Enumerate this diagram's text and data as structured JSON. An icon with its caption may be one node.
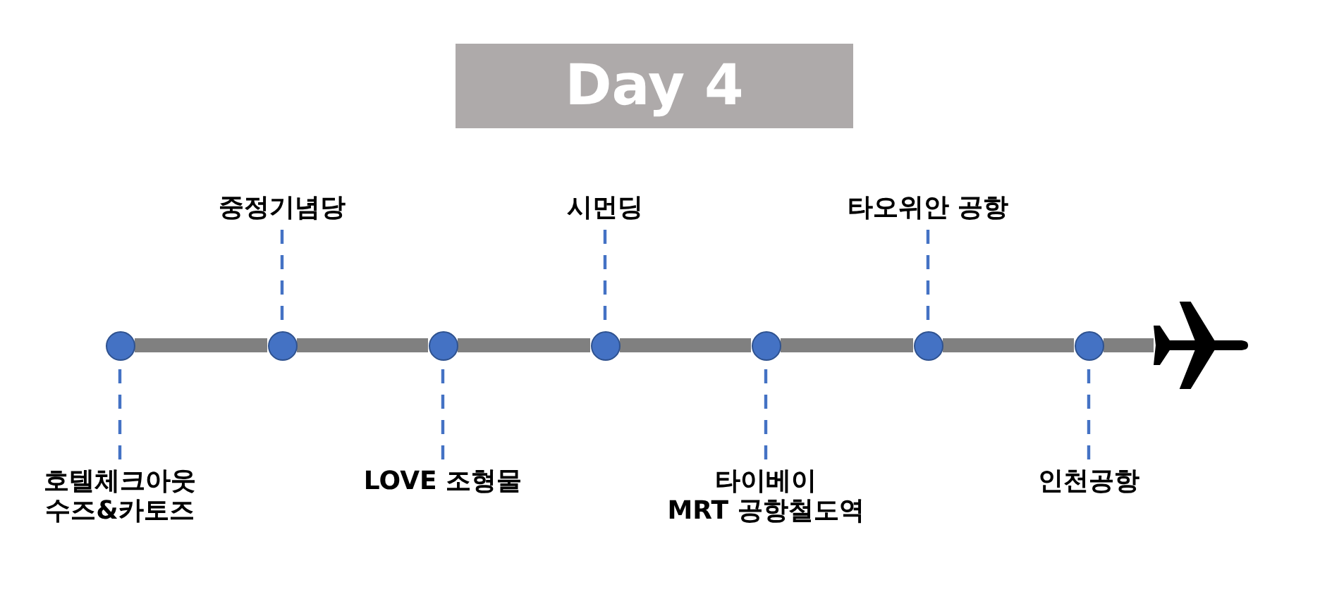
{
  "diagram": {
    "title": "Day 4",
    "nodes": [
      {
        "text": [
          "중정기념당"
        ]
      },
      {
        "text": [
          "시먼딩"
        ]
      },
      {
        "text": [
          "타오위안 공항"
        ]
      },
      {
        "text": [],
        "shape": "circle"
      },
      {
        "text": [],
        "shape": "circle"
      },
      {
        "text": [],
        "shape": "circle"
      },
      {
        "text": [],
        "shape": "circle"
      },
      {
        "text": [],
        "shape": "circle"
      },
      {
        "text": [],
        "shape": "circle"
      },
      {
        "text": [],
        "shape": "circle"
      },
      {
        "text": [],
        "shape": "airplane"
      },
      {
        "text": [
          "호텔체크아웃 수즈&카토즈"
        ]
      },
      {
        "text": [
          "LOVE 조형물"
        ]
      },
      {
        "text": [
          "타이베이 MRT 공항철도역"
        ]
      },
      {
        "text": [
          "인천공항"
        ]
      }
    ],
    "edges": [
      {
        "from": 3,
        "to": 4,
        "arrow": "none",
        "style": "thick",
        "color": "#808080"
      },
      {
        "from": 4,
        "to": 5,
        "arrow": "none",
        "style": "thick",
        "color": "#808080"
      },
      {
        "from": 5,
        "to": 6,
        "arrow": "none",
        "style": "thick",
        "color": "#808080"
      },
      {
        "from": 6,
        "to": 7,
        "arrow": "none",
        "style": "thick",
        "color": "#808080"
      },
      {
        "from": 7,
        "to": 8,
        "arrow": "none",
        "style": "thick",
        "color": "#808080"
      },
      {
        "from": 8,
        "to": 9,
        "arrow": "none",
        "style": "thick",
        "color": "#808080"
      },
      {
        "from": 9,
        "to": 10,
        "arrow": "none",
        "style": "thick",
        "color": "#808080"
      },
      {
        "from": 11,
        "to": 3,
        "arrow": "none",
        "style": "dashed",
        "color": "#4472c4"
      },
      {
        "from": 0,
        "to": 4,
        "arrow": "none",
        "style": "dashed",
        "color": "#4472c4"
      },
      {
        "from": 12,
        "to": 5,
        "arrow": "none",
        "style": "dashed",
        "color": "#4472c4"
      },
      {
        "from": 1,
        "to": 6,
        "arrow": "none",
        "style": "dashed",
        "color": "#4472c4"
      },
      {
        "from": 13,
        "to": 7,
        "arrow": "none",
        "style": "dashed",
        "color": "#4472c4"
      },
      {
        "from": 2,
        "to": 8,
        "arrow": "none",
        "style": "dashed",
        "color": "#4472c4"
      },
      {
        "from": 14,
        "to": 9,
        "arrow": "none",
        "style": "dashed",
        "color": "#4472c4"
      }
    ]
  }
}
